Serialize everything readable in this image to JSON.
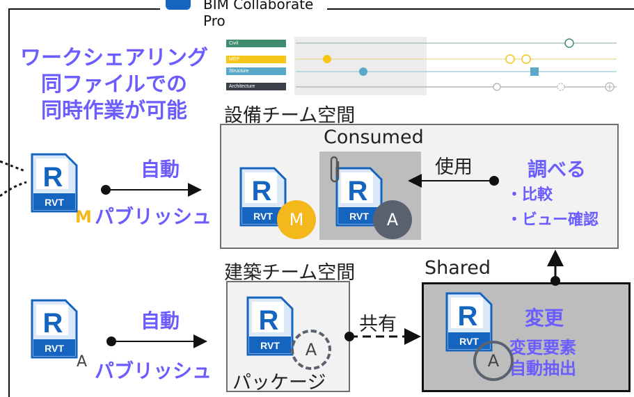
{
  "logo": {
    "line1": "BIM Collaborate",
    "line2": "Pro"
  },
  "worksharing": [
    "ワークシェアリング",
    "同ファイルでの",
    "同時作業が可能"
  ],
  "timeline": {
    "tracks": [
      "Civil",
      "MEP",
      "Structure",
      "Architecture"
    ],
    "colors": {
      "civil": "#3d8c6e",
      "mep": "#f5c518",
      "structure": "#5aa9c8",
      "architecture": "#3a3f4a"
    }
  },
  "mep_space": {
    "title": "設備チーム空間",
    "consumed": "Consumed",
    "use_label": "使用"
  },
  "investigate": {
    "title": "調べる",
    "items": [
      "・比較",
      "・ビュー確認"
    ]
  },
  "arch_space": {
    "title": "建築チーム空間",
    "package": "パッケージ",
    "share_label": "共有"
  },
  "shared": {
    "title": "Shared",
    "change": "変更",
    "line1": "変更要素",
    "line2": "自動抽出"
  },
  "rows": [
    {
      "auto": "自動",
      "prefix": "M",
      "publish": "パブリッシュ"
    },
    {
      "auto": "自動",
      "prefix": "A",
      "publish": "パブリッシュ"
    }
  ],
  "rvt_text": "RVT",
  "rvt_letter": "R",
  "badges": {
    "m": "M",
    "a": "A"
  },
  "colors": {
    "accent_purple": "#6b5cff",
    "revit_blue": "#1565c0",
    "badge_yellow": "#f5b81c",
    "badge_gray": "#5a6270"
  }
}
